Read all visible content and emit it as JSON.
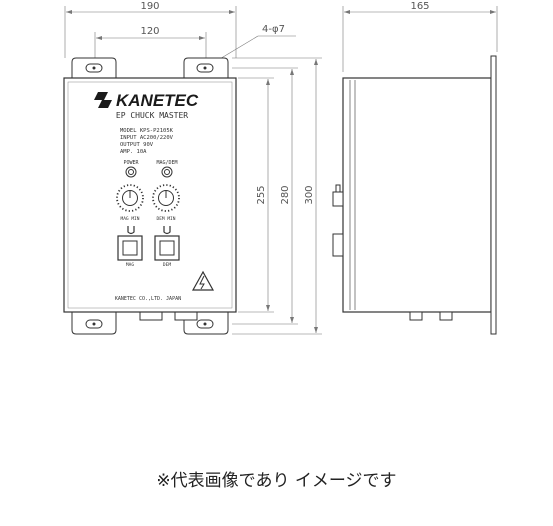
{
  "dimensions": {
    "width_total": "190",
    "hole_spacing": "120",
    "hole_spec": "4-φ7",
    "height_a": "255",
    "height_b": "280",
    "height_c": "300",
    "depth": "165"
  },
  "panel": {
    "brand": "KANETEC",
    "product_title": "EP CHUCK MASTER",
    "spec_lines": [
      "MODEL  KPS-P2105K",
      "INPUT  AC200/220V",
      "OUTPUT 90V",
      "AMP.   10A"
    ],
    "lamp_left_label": "POWER",
    "lamp_right_label": "MAG/DEM",
    "dial_left_label": "MAG MIN",
    "dial_right_label": "DEM MIN",
    "button_left_label": "MAG",
    "button_right_label": "DEM",
    "maker_line": "KANETEC CO.,LTD.  JAPAN"
  },
  "caption": "※代表画像であり イメージです"
}
